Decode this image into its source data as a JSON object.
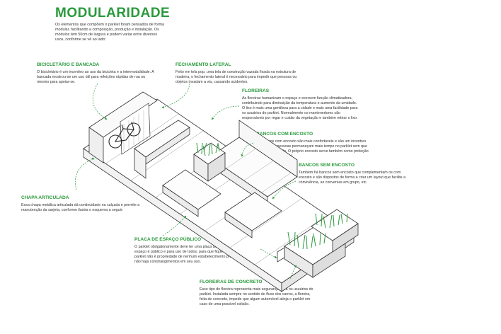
{
  "title": "MODULARIDADE",
  "intro": "Os elementos que compõem o parklet foram pensados de forma modular, facilitando a composição, produção e instalação. Os módulos tem 50cm de largura e podem variar entre diversos usos, conforme se vê ao lado:",
  "accent_color": "#2a9a3c",
  "sections": {
    "bicicletario": {
      "label": "BICICLETÁRIO E BANCADA",
      "text": "O bicicletário é um incentivo ao uso da bicicleta e a intermodalidade. A bancada mostrou-se um uso útil para refeições rápidas de rua ou mesmo para apoiar-se."
    },
    "fechamento": {
      "label": "FECHAMENTO LATERAL",
      "text": "Feito em tela pop, uma tela de construção vazada fixada na estrutura de madeira, o fechamento lateral é necessário para impedir que pessoas ou objetos invadam a via, causando acidentes."
    },
    "floreiras": {
      "label": "FLOREIRAS",
      "text": "As floreiras humanizam o espaço e exercem função climatizadora, contribuindo para diminuição da temperatura e aumento da umidade. O lixo é mais uma gentileza para a cidade e mais uma facilidade para os usuários do parklet. Normalmente os mantenedores são responsáveis por regar e cuidar da vegetação e também retirar o lixo."
    },
    "bancos_com": {
      "label": "BANCOS COM ENCOSTO",
      "text": "Os bancos com encosto são mais confortáveis e são um incentivo para que as pessoas permaneçam mais tempo no parklet sem que postura incomode. O próprio encosto serve também como proteção no fechamento lateral."
    },
    "bancos_sem": {
      "label": "BANCOS SEM ENCOSTO",
      "text": "Também há bancos sem encosto que complementam os com encosto e são dispostos de forma a criar um layout que facilite a convivência, as conversas em grupo, etc."
    },
    "chapa": {
      "label": "CHAPA ARTICULADA",
      "text": "Essa chapa metálica articulada dá continuidade na calçada e permite a manutenção da sarjeta, conforme ilustra o esquema a seguir:"
    },
    "placa": {
      "label": "PLACA DE ESPAÇO PÚBLICO",
      "text": "O parklet obrigatoriamente deve ter uma placa sinalizando que aquele espaço é público e para uso de todos, para que fique claro que o parklet não é propriedade de nenhum estabelecimento próximo e que não haja constrangimentos em seu uso."
    },
    "concreto": {
      "label": "FLOREIRAS DE CONCRETO",
      "text": "Esse tipo de floreira representa mais segurança para os usuários do parklet. Instalada sempre no sentido do fluxo dos carros, a floreira, feita de concreto, impede que algum automóvel atinja o parklet em caso de uma possível colisão."
    }
  }
}
